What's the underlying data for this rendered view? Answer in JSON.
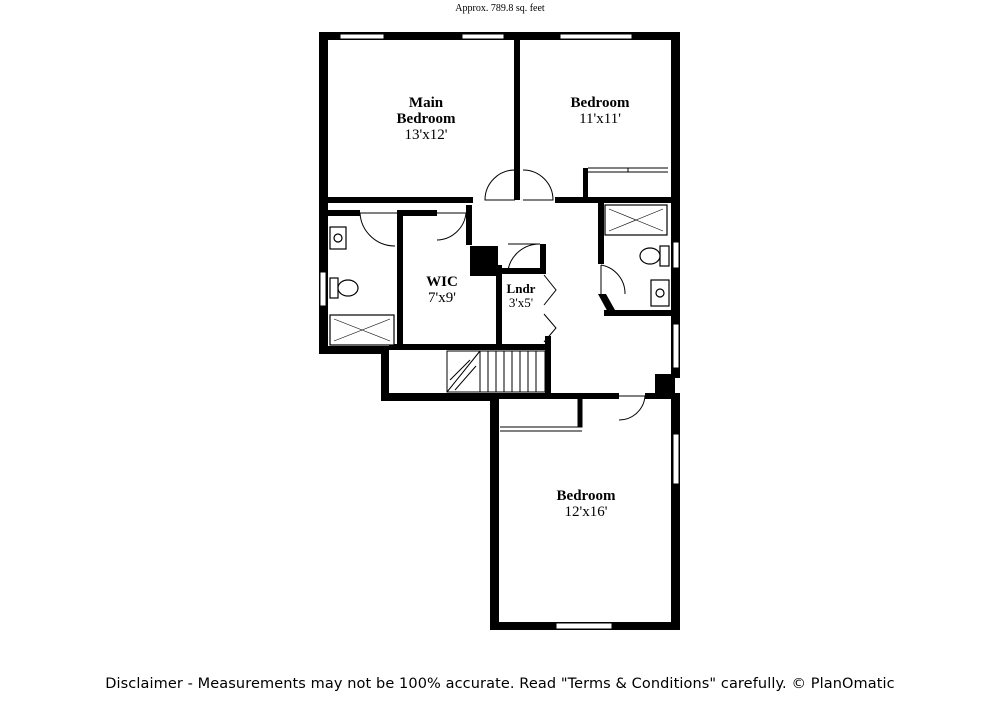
{
  "header": {
    "area": "Approx. 789.8 sq. feet"
  },
  "rooms": {
    "main_bedroom": {
      "name_line1": "Main",
      "name_line2": "Bedroom",
      "dims": "13'x12'"
    },
    "bedroom_2": {
      "name": "Bedroom",
      "dims": "11'x11'"
    },
    "wic": {
      "name": "WIC",
      "dims": "7'x9'"
    },
    "laundry": {
      "name": "Lndr",
      "dims": "3'x5'"
    },
    "bedroom_3": {
      "name": "Bedroom",
      "dims": "12'x16'"
    }
  },
  "footer": {
    "disclaimer": "Disclaimer - Measurements may not be 100% accurate. Read \"Terms & Conditions\" carefully. © PlanOmatic"
  },
  "colors": {
    "wall": "#000000",
    "background": "#ffffff",
    "fixture": "#555555"
  }
}
